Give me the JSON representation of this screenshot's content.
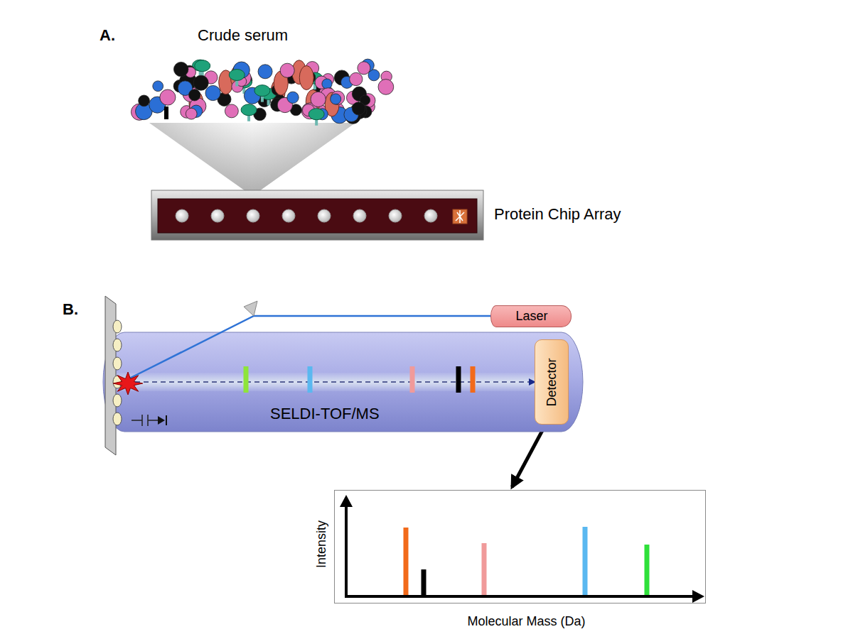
{
  "diagram": {
    "nodes": [
      {
        "text": [
          "SELDI-TOF/MS"
        ]
      },
      {
        "text": [
          "Detector"
        ],
        "in": 0
      },
      {
        "text": [
          "Laser"
        ]
      },
      {
        "text": [
          "Intensity",
          "Molecular Mass (Da)"
        ]
      }
    ],
    "edges": [
      {
        "from": 1,
        "to": 3,
        "arrow": "to"
      }
    ],
    "labels": [
      "A.",
      "Crude serum",
      "Protein Chip Array",
      "B."
    ]
  }
}
